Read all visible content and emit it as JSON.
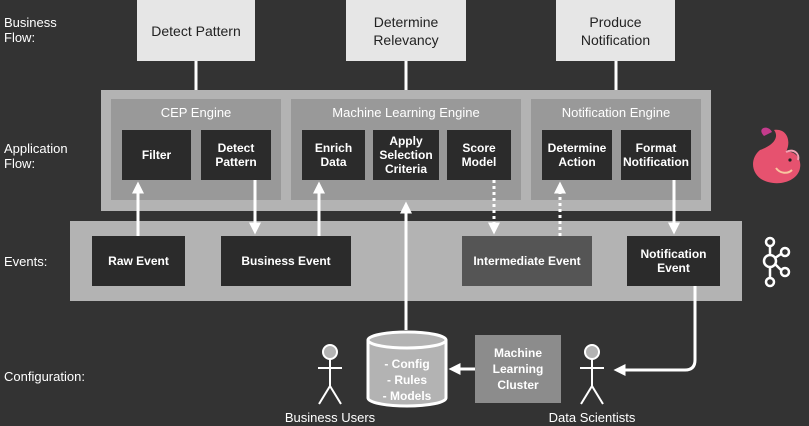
{
  "rows": {
    "business": "Business\nFlow:",
    "application": "Application\nFlow:",
    "events": "Events:",
    "configuration": "Configuration:"
  },
  "business_flow": [
    "Detect Pattern",
    "Determine\nRelevancy",
    "Produce\nNotification"
  ],
  "engines": {
    "cep": {
      "title": "CEP Engine",
      "steps": [
        "Filter",
        "Detect\nPattern"
      ]
    },
    "ml": {
      "title": "Machine Learning Engine",
      "steps": [
        "Enrich\nData",
        "Apply\nSelection\nCriteria",
        "Score\nModel"
      ]
    },
    "notification": {
      "title": "Notification Engine",
      "steps": [
        "Determine\nAction",
        "Format\nNotification"
      ]
    }
  },
  "events": {
    "raw": "Raw Event",
    "business": "Business Event",
    "intermediate": "Intermediate Event",
    "notification": "Notification\nEvent"
  },
  "configuration": {
    "database": "- Config\n- Rules\n- Models",
    "ml_cluster": "Machine\nLearning\nCluster",
    "business_users": "Business Users",
    "data_scientists": "Data Scientists"
  },
  "icons": {
    "flink": "squirrel-logo-icon",
    "kafka": "kafka-logo-icon"
  }
}
